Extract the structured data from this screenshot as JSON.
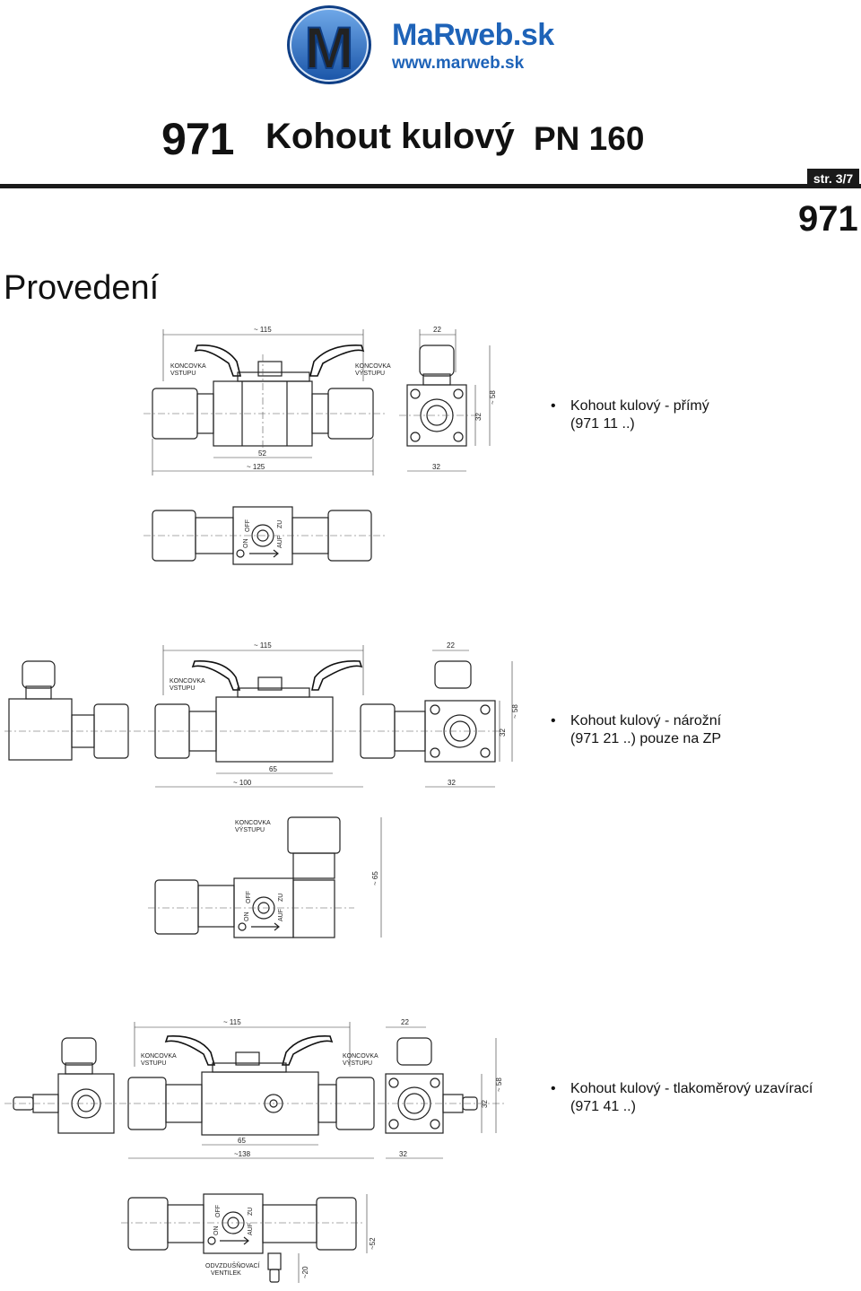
{
  "header": {
    "brand_letter": "M",
    "brand_name": "MaRweb.sk",
    "brand_url": "www.marweb.sk",
    "doc_number": "971",
    "doc_title": "Kohout kulový",
    "doc_pressure": "PN 160",
    "page_label": "str. 3/7",
    "side_number": "971"
  },
  "section_title": "Provedení",
  "variants": [
    {
      "bullet": "•",
      "name": "Kohout kulový - přímý",
      "code": "(971 11 ..)",
      "dims": {
        "d115": "~ 115",
        "d22": "22",
        "d52": "52",
        "d125": "~ 125",
        "d32a": "32",
        "d32b": "32",
        "d58": "~ 58"
      },
      "labels": {
        "inlet_a": "KONCOVKA",
        "inlet_b": "VSTUPU",
        "outlet_a": "KONCOVKA",
        "outlet_b": "VÝSTUPU"
      },
      "marks": {
        "on": "ON",
        "off": "OFF",
        "auf": "AUF",
        "zu": "ZU"
      }
    },
    {
      "bullet": "•",
      "name": "Kohout kulový - nárožní",
      "code": "(971 21 ..) pouze na ZP",
      "dims": {
        "d115": "~ 115",
        "d22": "22",
        "d65": "65",
        "d100": "~ 100",
        "d32a": "32",
        "d32b": "32",
        "d58": "~ 58",
        "d65b": "~ 65"
      },
      "labels": {
        "inlet_a": "KONCOVKA",
        "inlet_b": "VSTUPU",
        "outlet_a": "KONCOVKA",
        "outlet_b": "VÝSTUPU"
      },
      "marks": {
        "on": "ON",
        "off": "OFF",
        "auf": "AUF",
        "zu": "ZU"
      }
    },
    {
      "bullet": "•",
      "name": "Kohout kulový - tlakoměrový uzavírací",
      "code": "(971 41 ..)",
      "dims": {
        "d115": "~ 115",
        "d22": "22",
        "d65": "65",
        "d138": "~138",
        "d32a": "32",
        "d32b": "32",
        "d58": "~ 58",
        "d52": "~52",
        "d20": "~20"
      },
      "labels": {
        "inlet_a": "KONCOVKA",
        "inlet_b": "VSTUPU",
        "outlet_a": "KONCOVKA",
        "outlet_b": "VÝSTUPU",
        "vent_a": "ODVZDUŠŇOVACÍ",
        "vent_b": "VENTILEK"
      },
      "marks": {
        "on": "ON",
        "off": "OFF",
        "auf": "AUF",
        "zu": "ZU"
      }
    }
  ]
}
